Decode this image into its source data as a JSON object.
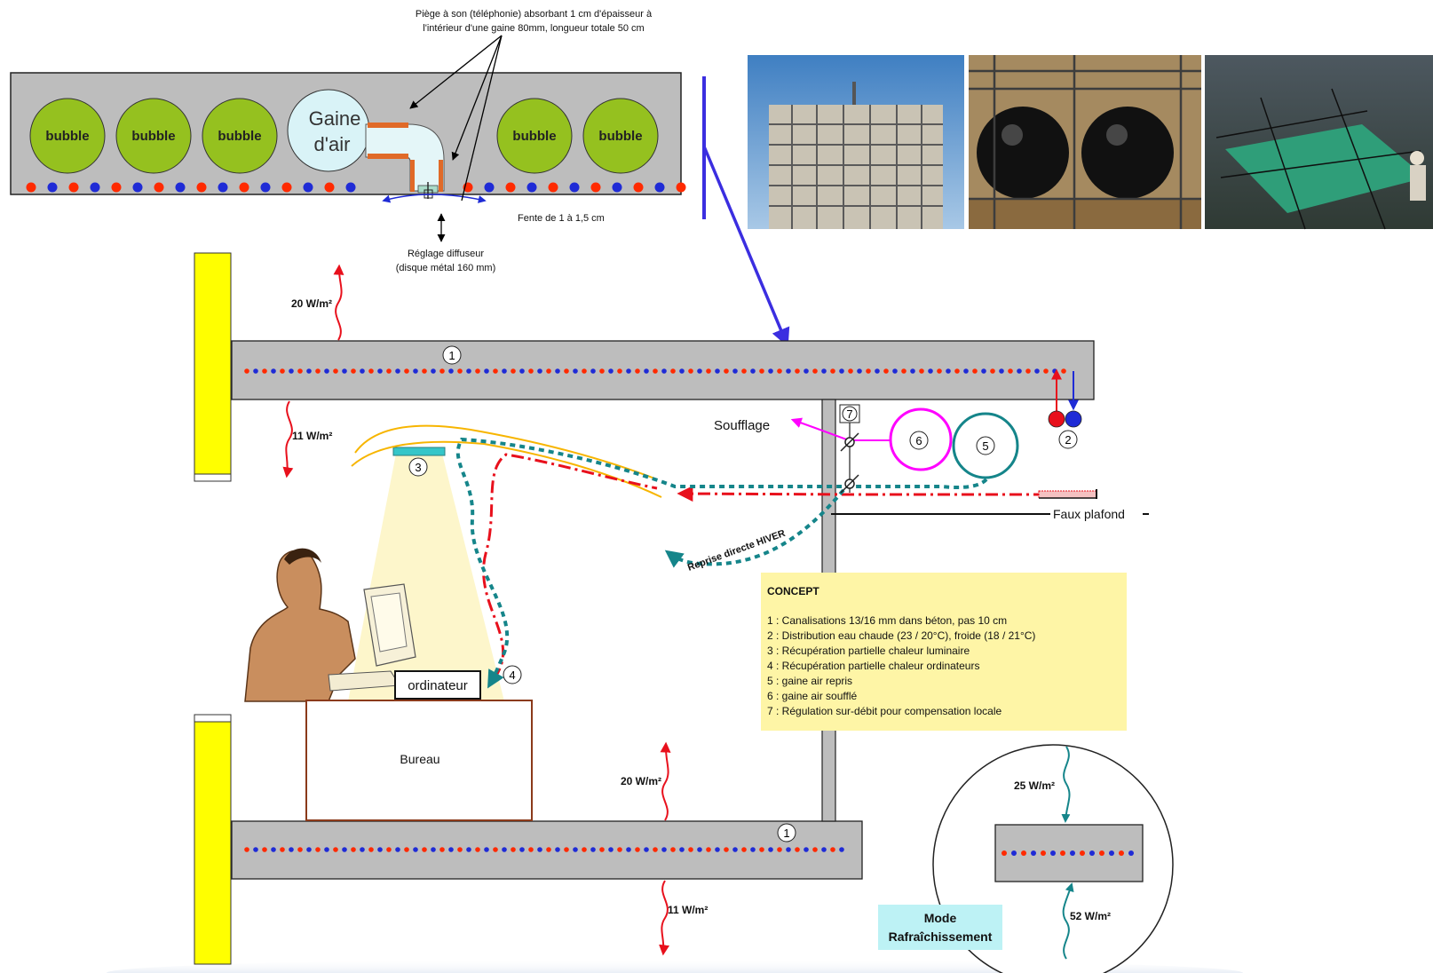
{
  "colors": {
    "slab": "#bdbdbd",
    "bubble": "#95c11f",
    "pipe_hot": "#ff2a00",
    "pipe_cold": "#1f2bd6",
    "column": "#ffff00",
    "teal": "#15858a",
    "magenta": "#ff00ff",
    "concept_bg": "#fef5a6",
    "mode_bg": "#bdf2f5",
    "flow_arrow": "#e8101c"
  },
  "top_section": {
    "bubble_label": "bubble",
    "duct_label_1": "Gaine",
    "duct_label_2": "d'air",
    "trap_note_1": "Piège à son (téléphonie) absorbant 1 cm  d'épaisseur à",
    "trap_note_2": "l'intérieur d'une gaine 80mm, longueur totale 50 cm",
    "slot_note": "Fente de 1 à 1,5 cm",
    "diffuser_note_1": "Réglage diffuseur",
    "diffuser_note_2": "(disque métal 160 mm)"
  },
  "photos": [
    {
      "name": "building-construction-photo"
    },
    {
      "name": "bubble-spheres-photo"
    },
    {
      "name": "slab-installation-photo"
    }
  ],
  "main": {
    "upper_emission": "20 W/m²",
    "upper_down_emission": "11 W/m²",
    "lower_emission": "20 W/m²",
    "lower_down_emission": "11 W/m²",
    "label_1": "1",
    "label_2": "2",
    "label_3": "3",
    "label_4": "4",
    "label_5": "5",
    "label_6": "6",
    "label_7": "7",
    "soufflage": "Soufflage",
    "faux_plafond": "Faux plafond",
    "reprise": "Reprise directe HIVER",
    "ordinateur": "ordinateur",
    "bureau": "Bureau"
  },
  "concept": {
    "title": "CONCEPT",
    "items": [
      "1 : Canalisations 13/16 mm dans béton, pas 10 cm",
      "2 : Distribution eau chaude (23 / 20°C), froide (18  / 21°C)",
      "3 : Récupération partielle chaleur luminaire",
      "4 : Récupération partielle chaleur ordinateurs",
      "5 : gaine air repris",
      "6 : gaine air soufflé",
      "7 : Régulation sur-débit pour compensation locale"
    ]
  },
  "inset": {
    "up_emission": "25 W/m²",
    "down_emission": "52 W/m²",
    "mode_line_1": "Mode",
    "mode_line_2": "Rafraîchissement"
  }
}
